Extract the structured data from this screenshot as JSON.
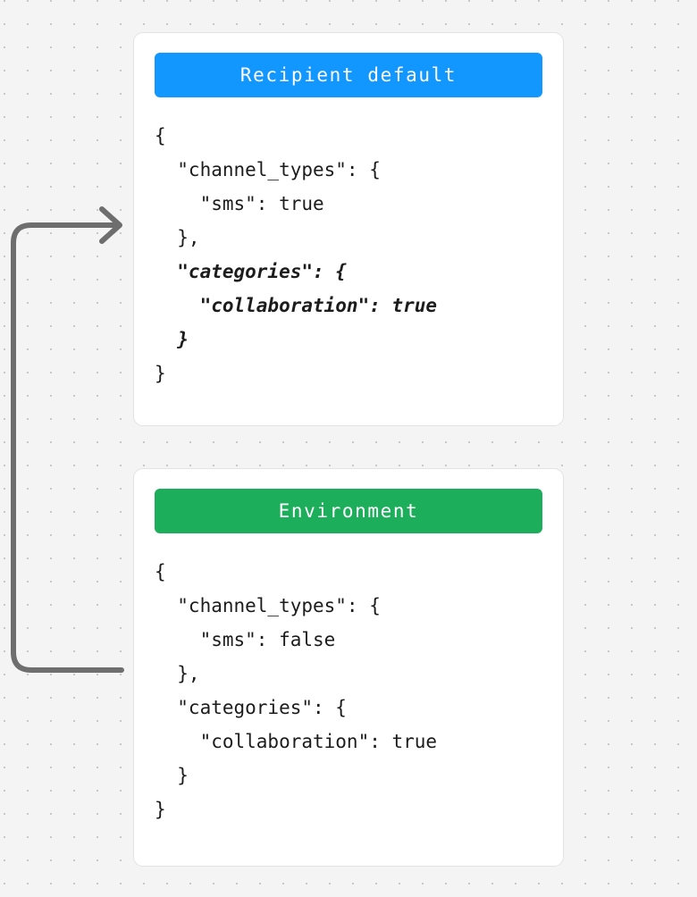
{
  "canvas": {
    "background_color": "#f4f4f4",
    "dot_color": "#c9c9c9",
    "dot_spacing": 26
  },
  "connector": {
    "name": "arrow-connector",
    "color": "#6e6e6e",
    "stroke_width": 6,
    "direction": "right",
    "from": "environment-card",
    "to": "recipient-default-card"
  },
  "cards": [
    {
      "id": "recipient-default",
      "badge_label": "Recipient default",
      "badge_color": "#1296ff",
      "code_lines": [
        {
          "text": "{",
          "emphasis": false
        },
        {
          "text": "  \"channel_types\": {",
          "emphasis": false
        },
        {
          "text": "    \"sms\": true",
          "emphasis": false
        },
        {
          "text": "  },",
          "emphasis": false
        },
        {
          "text": "  \"categories\": {",
          "emphasis": true
        },
        {
          "text": "    \"collaboration\": true",
          "emphasis": true
        },
        {
          "text": "  }",
          "emphasis": true
        },
        {
          "text": "}",
          "emphasis": false
        }
      ]
    },
    {
      "id": "environment",
      "badge_label": "Environment",
      "badge_color": "#1cae5b",
      "code_lines": [
        {
          "text": "{",
          "emphasis": false
        },
        {
          "text": "  \"channel_types\": {",
          "emphasis": false
        },
        {
          "text": "    \"sms\": false",
          "emphasis": false
        },
        {
          "text": "  },",
          "emphasis": false
        },
        {
          "text": "  \"categories\": {",
          "emphasis": false
        },
        {
          "text": "    \"collaboration\": true",
          "emphasis": false
        },
        {
          "text": "  }",
          "emphasis": false
        },
        {
          "text": "}",
          "emphasis": false
        }
      ]
    }
  ]
}
